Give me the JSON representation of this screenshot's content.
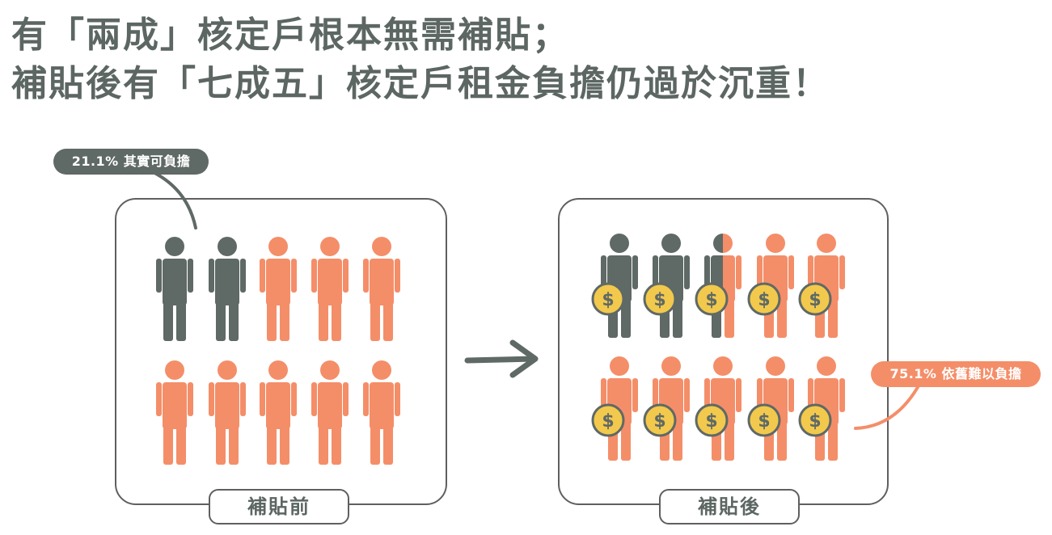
{
  "title": {
    "line1": "有「兩成」核定戶根本無需補貼；",
    "line2": "補貼後有「七成五」核定戶租金負擔仍過於沉重！"
  },
  "panels": {
    "before": {
      "label": "補貼前",
      "dark_count": 2,
      "total": 10
    },
    "after": {
      "label": "補貼後",
      "dark_fraction": 0.251,
      "total": 10,
      "coin_icon": "dollar-coin-icon"
    }
  },
  "callouts": {
    "affordable": "21.1% 其實可負擔",
    "unaffordable": "75.1% 依舊難以負擔"
  },
  "colors": {
    "dark": "#5f6966",
    "orange": "#f48e69",
    "coin": "#f2c94c",
    "title": "#5c6663"
  }
}
